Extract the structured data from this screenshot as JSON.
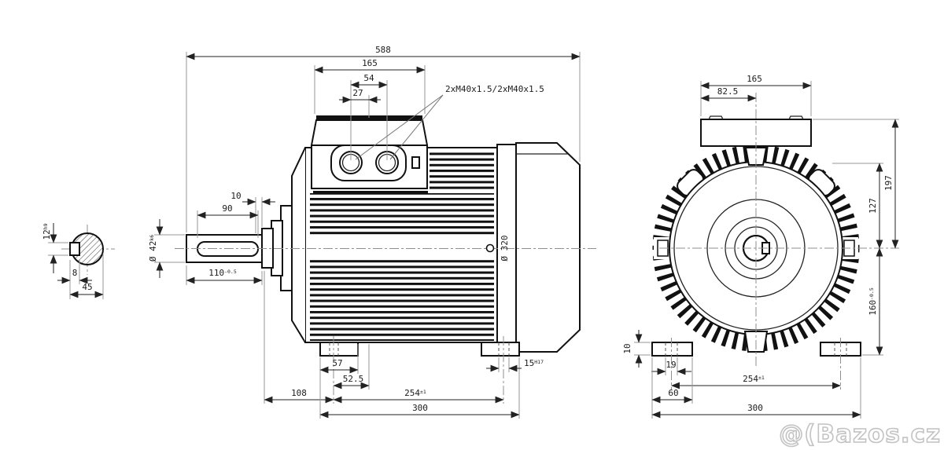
{
  "watermark": "@(Bazos.cz",
  "views": {
    "section": {
      "dim_12": "12",
      "dim_12_tol": "h9",
      "dim_8": "8",
      "dim_45": "45"
    },
    "side": {
      "dim_588": "588",
      "dim_165": "165",
      "dim_54": "54",
      "dim_27": "27",
      "glands": "2xM40x1.5/2xM40x1.5",
      "dim_10": "10",
      "dim_90": "90",
      "dim_110": "110",
      "dim_110_tol": "-0.5",
      "dim_d42": "Ø 42",
      "dim_d42_tol": "k6",
      "dim_d320": "Ø 320",
      "dim_57": "57",
      "dim_52_5": "52.5",
      "dim_108": "108",
      "dim_254": "254",
      "dim_254_tol": "±1",
      "dim_300": "300",
      "dim_15": "15",
      "dim_15_tol": "H17"
    },
    "front": {
      "dim_165": "165",
      "dim_82_5": "82.5",
      "dim_197": "197",
      "dim_127": "127",
      "dim_160": "160",
      "dim_160_tol": "-0.5",
      "dim_10": "10",
      "dim_19": "19",
      "dim_254": "254",
      "dim_254_tol": "±1",
      "dim_60": "60",
      "dim_300": "300"
    }
  }
}
